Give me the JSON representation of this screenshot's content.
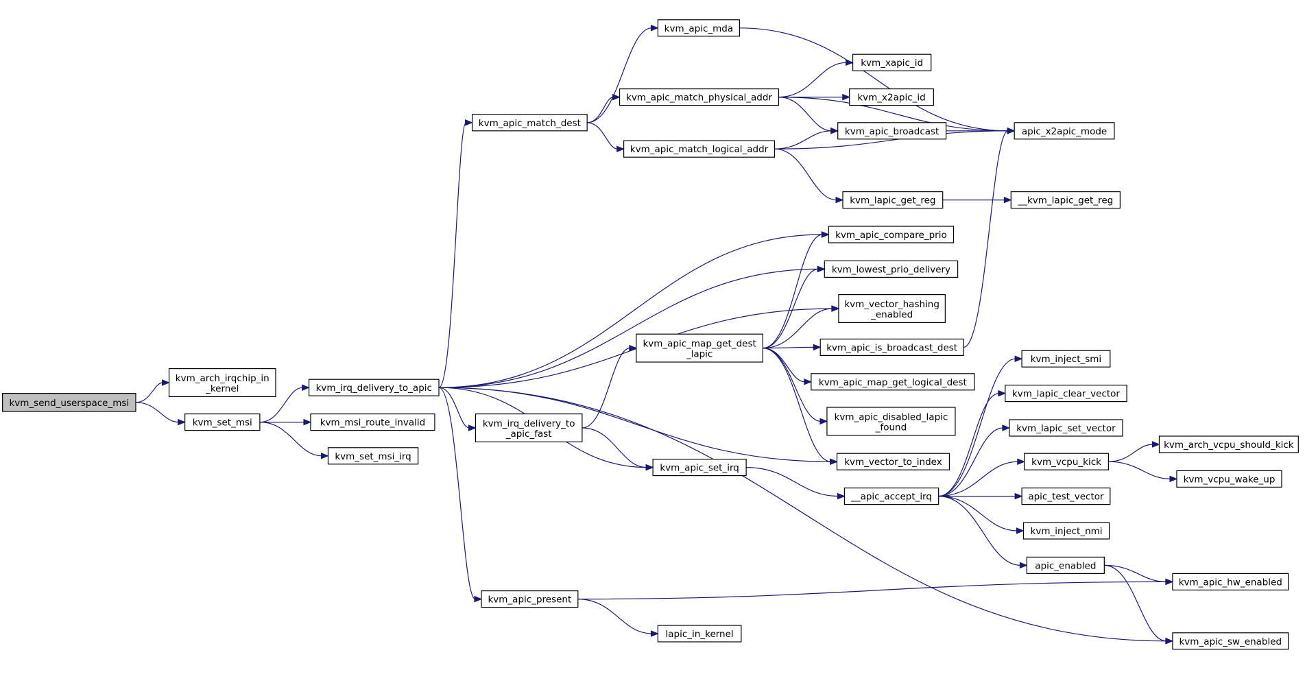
{
  "colors": {
    "edge": "#191970",
    "node_border": "#000000",
    "root_fill": "#bfbfbf",
    "node_fill": "#ffffff"
  },
  "nodes": [
    {
      "id": "send",
      "label": [
        "kvm_send_userspace_msi"
      ],
      "root": true
    },
    {
      "id": "arch",
      "label": [
        "kvm_arch_irqchip_in",
        "_kernel"
      ]
    },
    {
      "id": "setmsi",
      "label": [
        "kvm_set_msi"
      ]
    },
    {
      "id": "routeinv",
      "label": [
        "kvm_msi_route_invalid"
      ]
    },
    {
      "id": "setmsiirq",
      "label": [
        "kvm_set_msi_irq"
      ]
    },
    {
      "id": "deliv",
      "label": [
        "kvm_irq_delivery_to_apic"
      ]
    },
    {
      "id": "matchdest",
      "label": [
        "kvm_apic_match_dest"
      ]
    },
    {
      "id": "mda",
      "label": [
        "kvm_apic_mda"
      ]
    },
    {
      "id": "physaddr",
      "label": [
        "kvm_apic_match_physical_addr"
      ]
    },
    {
      "id": "logaddr",
      "label": [
        "kvm_apic_match_logical_addr"
      ]
    },
    {
      "id": "xapicid",
      "label": [
        "kvm_xapic_id"
      ]
    },
    {
      "id": "x2apicid",
      "label": [
        "kvm_x2apic_id"
      ]
    },
    {
      "id": "bcast",
      "label": [
        "kvm_apic_broadcast"
      ]
    },
    {
      "id": "x2mode",
      "label": [
        "apic_x2apic_mode"
      ]
    },
    {
      "id": "getreg",
      "label": [
        "kvm_lapic_get_reg"
      ]
    },
    {
      "id": "getreg2",
      "label": [
        "__kvm_lapic_get_reg"
      ]
    },
    {
      "id": "compare",
      "label": [
        "kvm_apic_compare_prio"
      ]
    },
    {
      "id": "lowest",
      "label": [
        "kvm_lowest_prio_delivery"
      ]
    },
    {
      "id": "hashing",
      "label": [
        "kvm_vector_hashing",
        "_enabled"
      ]
    },
    {
      "id": "mapdest",
      "label": [
        "kvm_apic_map_get_dest",
        "_lapic"
      ]
    },
    {
      "id": "isbcast",
      "label": [
        "kvm_apic_is_broadcast_dest"
      ]
    },
    {
      "id": "maplog",
      "label": [
        "kvm_apic_map_get_logical_dest"
      ]
    },
    {
      "id": "disabled",
      "label": [
        "kvm_apic_disabled_lapic",
        "_found"
      ]
    },
    {
      "id": "fast",
      "label": [
        "kvm_irq_delivery_to",
        "_apic_fast"
      ]
    },
    {
      "id": "vecidx",
      "label": [
        "kvm_vector_to_index"
      ]
    },
    {
      "id": "setirq",
      "label": [
        "kvm_apic_set_irq"
      ]
    },
    {
      "id": "accept",
      "label": [
        "__apic_accept_irq"
      ]
    },
    {
      "id": "injsmi",
      "label": [
        "kvm_inject_smi"
      ]
    },
    {
      "id": "clrvec",
      "label": [
        "kvm_lapic_clear_vector"
      ]
    },
    {
      "id": "setvec",
      "label": [
        "kvm_lapic_set_vector"
      ]
    },
    {
      "id": "kick",
      "label": [
        "kvm_vcpu_kick"
      ]
    },
    {
      "id": "shouldkick",
      "label": [
        "kvm_arch_vcpu_should_kick"
      ]
    },
    {
      "id": "wakeup",
      "label": [
        "kvm_vcpu_wake_up"
      ]
    },
    {
      "id": "testvec",
      "label": [
        "apic_test_vector"
      ]
    },
    {
      "id": "injnmi",
      "label": [
        "kvm_inject_nmi"
      ]
    },
    {
      "id": "enabled",
      "label": [
        "apic_enabled"
      ]
    },
    {
      "id": "hwen",
      "label": [
        "kvm_apic_hw_enabled"
      ]
    },
    {
      "id": "present",
      "label": [
        "kvm_apic_present"
      ]
    },
    {
      "id": "lapicin",
      "label": [
        "lapic_in_kernel"
      ]
    },
    {
      "id": "swen",
      "label": [
        "kvm_apic_sw_enabled"
      ]
    }
  ],
  "edges": [
    [
      "send",
      "arch"
    ],
    [
      "send",
      "setmsi"
    ],
    [
      "setmsi",
      "deliv"
    ],
    [
      "setmsi",
      "routeinv"
    ],
    [
      "setmsi",
      "setmsiirq"
    ],
    [
      "deliv",
      "matchdest"
    ],
    [
      "deliv",
      "compare"
    ],
    [
      "deliv",
      "lowest"
    ],
    [
      "deliv",
      "hashing"
    ],
    [
      "deliv",
      "fast"
    ],
    [
      "deliv",
      "vecidx"
    ],
    [
      "deliv",
      "setirq"
    ],
    [
      "deliv",
      "present"
    ],
    [
      "deliv",
      "swen"
    ],
    [
      "matchdest",
      "mda"
    ],
    [
      "matchdest",
      "physaddr"
    ],
    [
      "matchdest",
      "logaddr"
    ],
    [
      "mda",
      "x2mode"
    ],
    [
      "physaddr",
      "xapicid"
    ],
    [
      "physaddr",
      "x2apicid"
    ],
    [
      "physaddr",
      "bcast"
    ],
    [
      "physaddr",
      "x2mode"
    ],
    [
      "logaddr",
      "bcast"
    ],
    [
      "logaddr",
      "x2mode"
    ],
    [
      "logaddr",
      "getreg"
    ],
    [
      "bcast",
      "x2mode"
    ],
    [
      "getreg",
      "getreg2"
    ],
    [
      "fast",
      "mapdest"
    ],
    [
      "fast",
      "setirq"
    ],
    [
      "mapdest",
      "compare"
    ],
    [
      "mapdest",
      "lowest"
    ],
    [
      "mapdest",
      "hashing"
    ],
    [
      "mapdest",
      "isbcast"
    ],
    [
      "mapdest",
      "maplog"
    ],
    [
      "mapdest",
      "disabled"
    ],
    [
      "mapdest",
      "vecidx"
    ],
    [
      "isbcast",
      "x2mode"
    ],
    [
      "setirq",
      "accept"
    ],
    [
      "accept",
      "injsmi"
    ],
    [
      "accept",
      "clrvec"
    ],
    [
      "accept",
      "setvec"
    ],
    [
      "accept",
      "kick"
    ],
    [
      "accept",
      "testvec"
    ],
    [
      "accept",
      "injnmi"
    ],
    [
      "accept",
      "enabled"
    ],
    [
      "kick",
      "shouldkick"
    ],
    [
      "kick",
      "wakeup"
    ],
    [
      "enabled",
      "hwen"
    ],
    [
      "enabled",
      "swen"
    ],
    [
      "present",
      "hwen"
    ],
    [
      "present",
      "lapicin"
    ]
  ]
}
